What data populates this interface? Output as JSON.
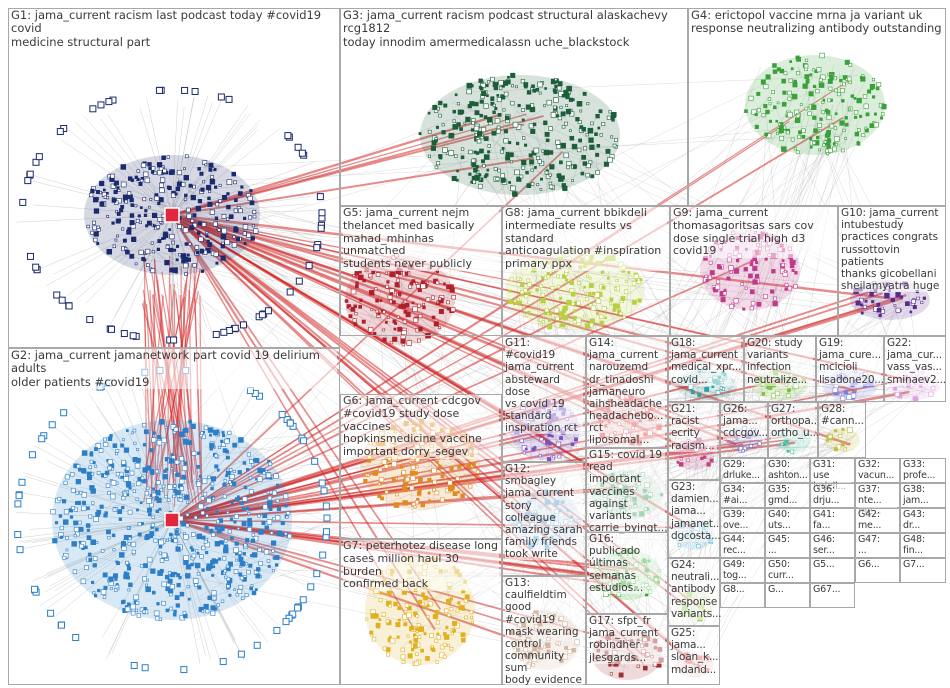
{
  "groups": [
    {
      "id": "G1",
      "label": "G1: jama_current racism last podcast today #covid19 covid\nmedicine structural part",
      "color": "#1a2a6c"
    },
    {
      "id": "G2",
      "label": "G2: jama_current jamanetwork part covid 19 delirium adults\nolder patients #covid19",
      "color": "#2c7fc7"
    },
    {
      "id": "G3",
      "label": "G3: jama_current racism podcast structural alaskachevy rcg1812\ntoday innodim amermedicalassn uche_blackstock",
      "color": "#1d5e3a"
    },
    {
      "id": "G4",
      "label": "G4: erictopol vaccine mrna ja variant uk\nresponse neutralizing antibody outstanding",
      "color": "#3aa03a"
    },
    {
      "id": "G5",
      "label": "G5: jama_current nejm\nthelancet med basically\nmahad_mhinhas unmatched\nstudents never publicly",
      "color": "#b0202a"
    },
    {
      "id": "G6",
      "label": "G6: jama_current cdcgov\n#covid19 study dose vaccines\nhopkinsmedicine vaccine\nimportant dorry_segev",
      "color": "#e08a20"
    },
    {
      "id": "G7",
      "label": "G7: peterhotez disease long\ncases million haul 30 burden\nconfirmed back",
      "color": "#e0b020"
    },
    {
      "id": "G8",
      "label": "G8: jama_current bbikdeli\nintermediate results vs standard\nanticoagulation #inspiration\nprimary ppx",
      "color": "#b8d040"
    },
    {
      "id": "G9",
      "label": "G9: jama_current\nthomasagoritsas sars cov\ndose single trial high d3\ncovid19",
      "color": "#c03a8a"
    },
    {
      "id": "G10",
      "label": "G10: jama_current\nintubestudy\npractices congrats\nrussottovin patients\nthanks gicobellani\nsheilamyatra huge",
      "color": "#5a2a8a"
    },
    {
      "id": "G11",
      "label": "G11: #covid19\njama_current\nabsteward dose\nvs covid 19\nstandard\ninspiration rct",
      "color": "#7a50c0"
    },
    {
      "id": "G12",
      "label": "G12: smbagley\njama_current\nstory colleague\namazing sarah\nfamily friends\ntook write",
      "color": "#5aa0d0"
    },
    {
      "id": "G13",
      "label": "G13:\ncaulfieldtim\ngood #covid19\nmask wearing\ncontrol\ncommunity sum\nbody evidence",
      "color": "#a06030"
    },
    {
      "id": "G14",
      "label": "G14:\njama_current\nnarouzemd\ndr_tinadoshi\njamaneuro\naihsheadache\nheadachebo...\nrct liposomal...",
      "color": "#e04040"
    },
    {
      "id": "G15",
      "label": "G15: covid 19\nread important\nvaccines\nagainst\nvariants\ncarrie_byingt...",
      "color": "#40a060"
    },
    {
      "id": "G16",
      "label": "G16:\npublicado\núltimas\nsemanas\nestudios...",
      "color": "#30b030"
    },
    {
      "id": "G17",
      "label": "G17: sfpt_fr\njama_current\nrobindher\njlesgards...",
      "color": "#a03030"
    },
    {
      "id": "G18",
      "label": "G18:\njama_current\nmedical_xpr...\ncovid...",
      "color": "#30a0a0"
    },
    {
      "id": "G19",
      "label": "G19:\njama_cure...\nmcicioli\nlisadone20...",
      "color": "#8080e0"
    },
    {
      "id": "G20",
      "label": "G20: study\nvariants\ninfection\nneutralize...",
      "color": "#80c040"
    },
    {
      "id": "G21",
      "label": "G21:\nracist\necrity\nracism...",
      "color": "#c04080"
    },
    {
      "id": "G22",
      "label": "G22:\njama_cur...\nvass_vas...\nsminaev2...",
      "color": "#e0a0e0"
    },
    {
      "id": "G23",
      "label": "G23:\ndamien...\njama...\njamanet...\ndgcosta...",
      "color": "#60c0e0"
    },
    {
      "id": "G24",
      "label": "G24:\nneutrali...\nantibody\nresponse\nvariants...",
      "color": "#a0d060"
    },
    {
      "id": "G25",
      "label": "G25:\njama...\nsloan_k...\nmdand...",
      "color": "#e06060"
    },
    {
      "id": "G26",
      "label": "G26:\njama...\ncdcgov...",
      "color": "#6060c0"
    },
    {
      "id": "G27",
      "label": "G27:\northopa...\northo_u...",
      "color": "#40c0a0"
    },
    {
      "id": "G28",
      "label": "G28:\n#cann...",
      "color": "#c0c040"
    }
  ],
  "tiny_labels": [
    "G29:\ndrluke...",
    "G30:\nashton...",
    "G31:\nuse\nlvriell...",
    "G32:\nvacun...",
    "G33:\nprofe...",
    "G34:\n#ai...",
    "G35:\ngmd...",
    "G36:\ndrju...",
    "G37:\nnte...\nme...",
    "G38:\njam...",
    "G39:\nove...",
    "G40:\nuts...",
    "G41:\nfa...",
    "G42:\nme...",
    "G43:\ndr...",
    "G44:\nrec...",
    "G45:\n...",
    "G46:\nser...",
    "G47:\n...",
    "G48:\nfin...",
    "G49:\ntog...",
    "G50:\ncurr...",
    "G5...",
    "G6...",
    "G7...",
    "G8...",
    "G...",
    "G67..."
  ],
  "colors": {
    "edge_red": "#d42a2a",
    "edge_gray": "#9a9a9a",
    "box_border": "#a8a8a8",
    "label_text": "#3a3a3a"
  }
}
